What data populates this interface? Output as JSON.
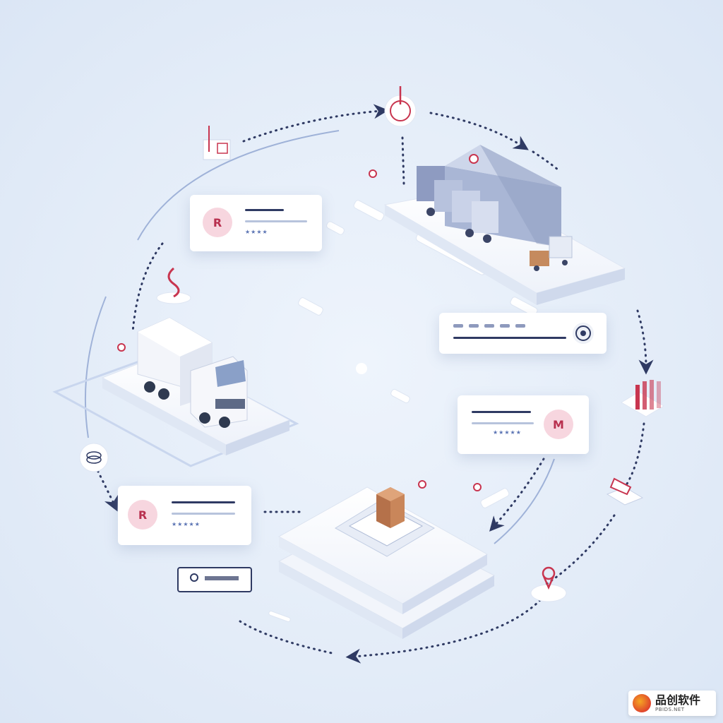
{
  "cards": {
    "top_left": {
      "avatar": "R",
      "stars": "★★★★"
    },
    "mid_right_bar": {},
    "right_profile": {
      "avatar": "M",
      "stars": "★★★★★"
    },
    "bottom_left": {
      "avatar": "R",
      "stars": "★★★★★"
    }
  },
  "icons": [
    "location-pin-icon",
    "chart-doc-icon",
    "stacked-coins-icon",
    "currency-icon",
    "bar-chart-icon",
    "laptop-icon",
    "map-pin-icon",
    "id-card-icon",
    "target-icon"
  ],
  "colors": {
    "accent": "#c8354f",
    "navy": "#2f3a63",
    "background": "#e3ecf8"
  },
  "watermark": {
    "cn": "品创软件",
    "en": "PBIDS.NET"
  }
}
